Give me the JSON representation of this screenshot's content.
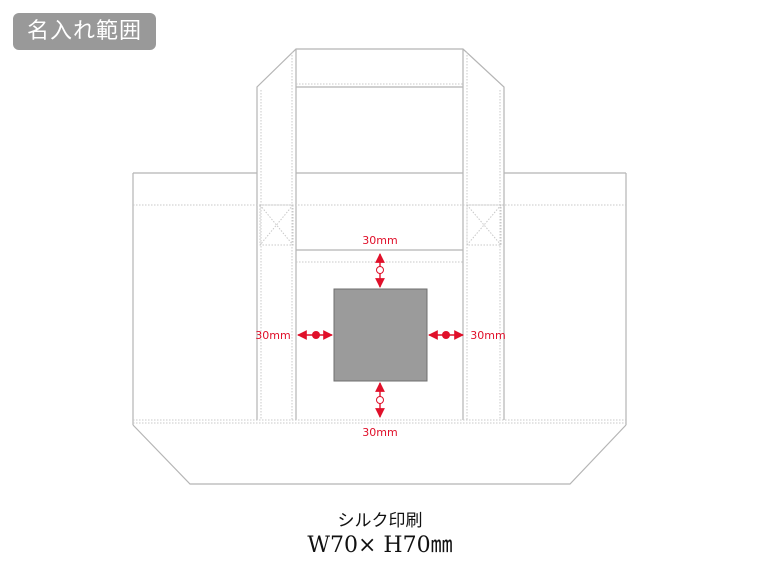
{
  "badge": {
    "label": "名入れ範囲"
  },
  "diagram": {
    "subject": "tote-bag-print-area",
    "margins": {
      "top": "30mm",
      "bottom": "30mm",
      "left": "30mm",
      "right": "30mm"
    },
    "colors": {
      "outline": "#b5b5b5",
      "print_area": "#9b9b9b",
      "dimension": "#e0102a",
      "badge": "#999999"
    }
  },
  "caption": {
    "method": "シルク印刷",
    "size": "W70× H70㎜"
  }
}
